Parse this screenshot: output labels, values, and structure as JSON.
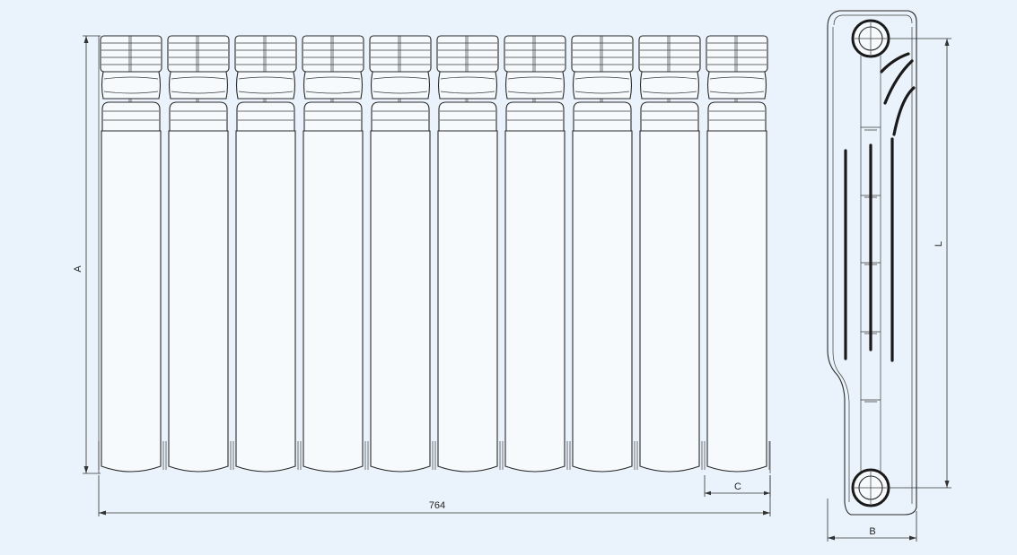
{
  "drawing": {
    "section_count": 10,
    "dimension_labels": {
      "height": "A",
      "total_width": "764",
      "section_width": "C",
      "center_distance": "L",
      "depth": "B"
    },
    "colors": {
      "background": "#eaf3fb",
      "line": "#2a2a2a"
    }
  }
}
